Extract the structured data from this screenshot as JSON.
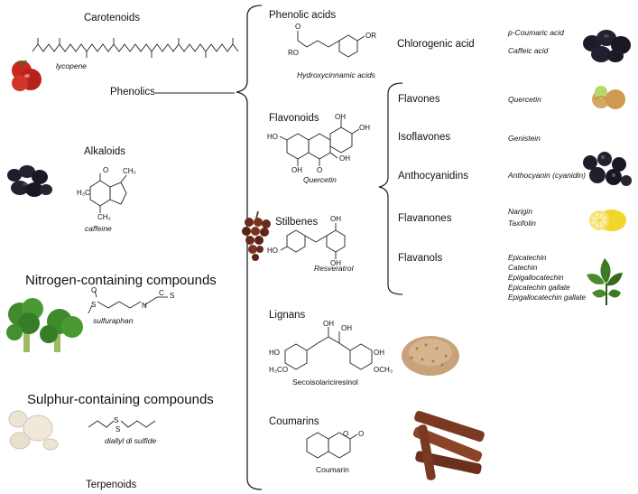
{
  "left": {
    "carotenoids": "Carotenoids",
    "lycopene": "lycopene",
    "phenolics": "Phenolics",
    "alkaloids": "Alkaloids",
    "caffeine": "caffeine",
    "nitrogen": "Nitrogen-containing compounds",
    "sulfuraphan": "sulfuraphan",
    "sulphur": "Sulphur-containing compounds",
    "diallyl": "diallyl di sulfide",
    "terpenoids": "Terpenoids"
  },
  "middle": {
    "phenolic_acids": "Phenolic acids",
    "hydroxycinnamic": "Hydroxycinnamic acids",
    "flavonoids": "Flavonoids",
    "quercetin_struct": "Quercetin",
    "stilbenes": "Stilbenes",
    "resveratrol": "Resveratrol",
    "lignans": "Lignans",
    "secoisolariciresinol": "Secoisolariciresinol",
    "coumarins": "Coumarins",
    "coumarin": "Coumarin"
  },
  "right": {
    "chlorogenic": "Chlorogenic acid",
    "p_coumaric": "p-Coumaric acid",
    "caffeic": "Caffeic acid",
    "flavones": "Flavones",
    "quercetin": "Quercetin",
    "isoflavones": "Isoflavones",
    "genistein": "Genistein",
    "anthocyanidins": "Anthocyanidins",
    "anthocyanin": "Anthocyanin (cyanidin)",
    "flavanones": "Flavanones",
    "narigin": "Narigin",
    "taxifolin": "Taxifolin",
    "flavanols": "Flavanols",
    "flavanol_examples": [
      "Epicatechin",
      "Catechin",
      "Epiigallocatechin",
      "Epicatechin gallate",
      "Epigallocatechin gallate"
    ]
  },
  "structure_atoms": {
    "o": "O",
    "ro": "RO",
    "or": "OR",
    "oh": "OH",
    "ho": "HO",
    "n": "N",
    "s": "S",
    "c": "C",
    "ch3": "CH₃",
    "h3c": "H₃C",
    "och3": "OCH₃",
    "h3co": "H₃CO"
  },
  "colors": {
    "tomato": "#c8281e",
    "dark_berry": "#1c1c2a",
    "onion": "#d8a861",
    "broccoli": "#3e8a2c",
    "garlic": "#ece4d4",
    "grape": "#6a2a1c",
    "lemon": "#f2d62a",
    "tea_leaf": "#3e7a22",
    "grain": "#c9a27a",
    "cinnamon": "#7a3a22"
  },
  "icons": [
    "tomato-icon",
    "coffee-beans-icon",
    "broccoli-icon",
    "garlic-icon",
    "grapes-icon",
    "coffee-cluster-icon",
    "onion-icon",
    "blackberries-icon",
    "lemon-icon",
    "tea-leaves-icon",
    "flaxseed-icon",
    "cinnamon-icon"
  ]
}
